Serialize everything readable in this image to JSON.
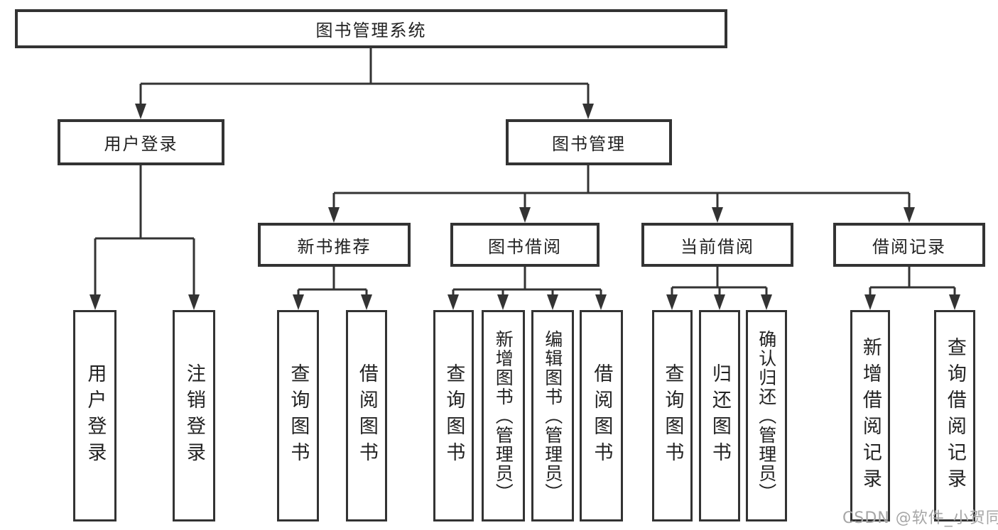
{
  "colors": {
    "line": "#333333",
    "node_border": "#333333",
    "text": "#222222",
    "background": "#ffffff",
    "watermark": "#a6a6a6"
  },
  "watermark": {
    "text": "CSDN @软件_小贺同学"
  },
  "tree": {
    "root": {
      "label": "图书管理系统",
      "children": [
        {
          "label": "用户登录",
          "children": [
            {
              "label": "用户登录"
            },
            {
              "label": "注销登录"
            }
          ]
        },
        {
          "label": "图书管理",
          "children": [
            {
              "label": "新书推荐",
              "children": [
                {
                  "label": "查询图书"
                },
                {
                  "label": "借阅图书"
                }
              ]
            },
            {
              "label": "图书借阅",
              "children": [
                {
                  "label": "查询图书"
                },
                {
                  "label": "新增图书（管理员）"
                },
                {
                  "label": "编辑图书（管理员）"
                },
                {
                  "label": "借阅图书"
                }
              ]
            },
            {
              "label": "当前借阅",
              "children": [
                {
                  "label": "查询图书"
                },
                {
                  "label": "归还图书"
                },
                {
                  "label": "确认归还（管理员）"
                }
              ]
            },
            {
              "label": "借阅记录",
              "children": [
                {
                  "label": "新增借阅记录"
                },
                {
                  "label": "查询借阅记录"
                }
              ]
            }
          ]
        }
      ]
    }
  }
}
